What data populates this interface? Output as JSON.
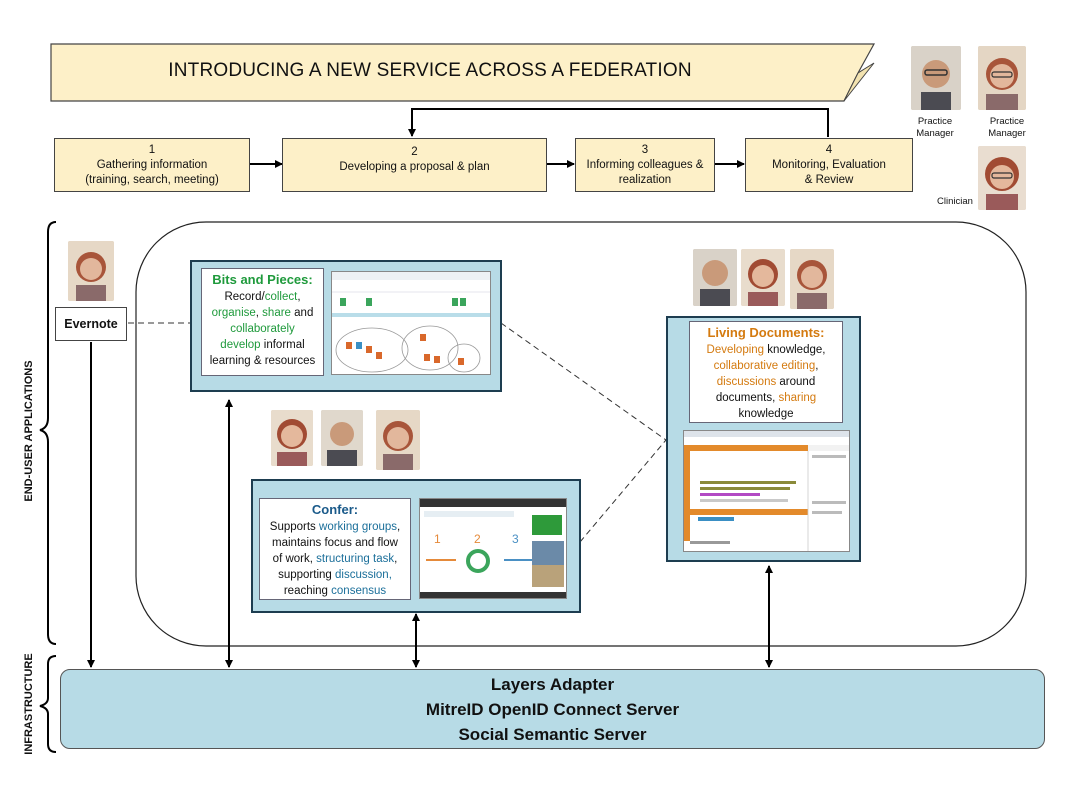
{
  "title": "INTRODUCING A NEW SERVICE ACROSS A FEDERATION",
  "steps": [
    {
      "num": "1",
      "line1": "Gathering information",
      "line2": "(training, search, meeting)"
    },
    {
      "num": "2",
      "line1": "Developing a proposal & plan",
      "line2": ""
    },
    {
      "num": "3",
      "line1": "Informing colleagues  &",
      "line2": "realization"
    },
    {
      "num": "4",
      "line1": "Monitoring, Evaluation",
      "line2": "& Review"
    }
  ],
  "roles": {
    "practice_manager_1": "Practice Manager",
    "practice_manager_2": "Practice Manager",
    "clinician": "Clinician"
  },
  "side_labels": {
    "end_user": "END-USER APPLICATIONS",
    "infrastructure": "INFRASTRUCTURE"
  },
  "evernote": "Evernote",
  "bits": {
    "title": "Bits and Pieces:",
    "w1": "Record/",
    "w2": "collect",
    "w3": ",",
    "w4": "organise",
    "w5": ", ",
    "w6": "share",
    "w7": " and",
    "w8": "collaborately",
    "w9": "develop",
    "w10": " informal",
    "w11": "learning & resources"
  },
  "confer": {
    "title": "Confer:",
    "w1": "Supports ",
    "w2": "working groups",
    "w3": ",",
    "w4": "maintains focus and flow",
    "w5": "of work, ",
    "w6": "structuring task",
    "w7": ",",
    "w8": "supporting ",
    "w9": "discussion,",
    "w10": "reaching ",
    "w11": "consensus"
  },
  "living": {
    "title": "Living Documents:",
    "w1": "Developing",
    "w2": " knowledge,",
    "w3": "collaborative editing",
    "w4": ",",
    "w5": "discussions",
    "w6": " around",
    "w7": "documents, ",
    "w8": "sharing",
    "w9": "knowledge"
  },
  "infrastructure": {
    "line1": "Layers Adapter",
    "line2": "MitreID OpenID Connect Server",
    "line3": "Social Semantic Server"
  },
  "colors": {
    "step_fill": "#fdf0c8",
    "panel_fill": "#b7dbe6",
    "bits_accent": "#1f9a3c",
    "confer_accent": "#1b6f9a",
    "living_accent": "#d47a0f"
  }
}
